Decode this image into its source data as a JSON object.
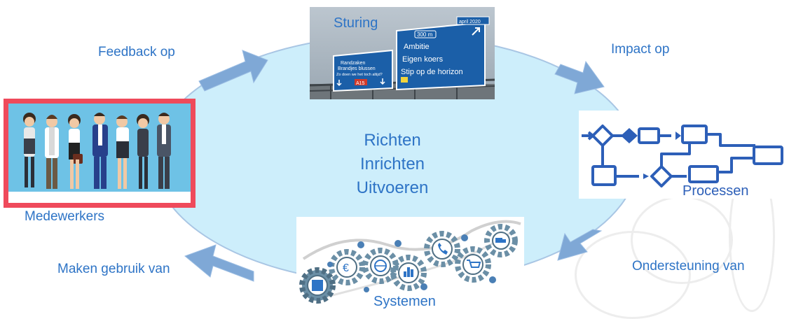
{
  "center": {
    "lines": [
      "Richten",
      "Inrichten",
      "Uitvoeren"
    ]
  },
  "nodes": {
    "sturing": {
      "label": "Sturing",
      "sign": {
        "date": "april 2020",
        "distance": "300 m",
        "lines": [
          "Ambitie",
          "Eigen koers",
          "Stip op de horizon"
        ],
        "left_lines": [
          "Randzaken",
          "Brandjes blussen",
          "Zo doen we het toch altijd?"
        ],
        "route": "A15"
      }
    },
    "medewerkers": {
      "label": "Medewerkers"
    },
    "processen": {
      "label": "Processen"
    },
    "systemen": {
      "label": "Systemen"
    }
  },
  "edges": {
    "feedback": "Feedback op",
    "impact": "Impact op",
    "ondersteuning": "Ondersteuning van",
    "gebruik": "Maken gebruik van"
  },
  "colors": {
    "ellipse_fill": "#cdeefb",
    "arrow": "#7fa8d6",
    "text": "#2e74c6",
    "medewerkers_border": "#ef4a5b",
    "medewerkers_bg": "#6ec2e6",
    "sign_blue": "#1b5fa8",
    "process_blue": "#2d5fb8",
    "gear": "#6b8fa6"
  },
  "icons": {
    "gear": "gear-icon",
    "euro": "euro-icon",
    "globe": "globe-icon",
    "chart": "bar-chart-icon",
    "phone": "phone-icon",
    "cart": "shopping-cart-icon",
    "truck": "truck-icon",
    "calendar": "calendar-icon"
  }
}
